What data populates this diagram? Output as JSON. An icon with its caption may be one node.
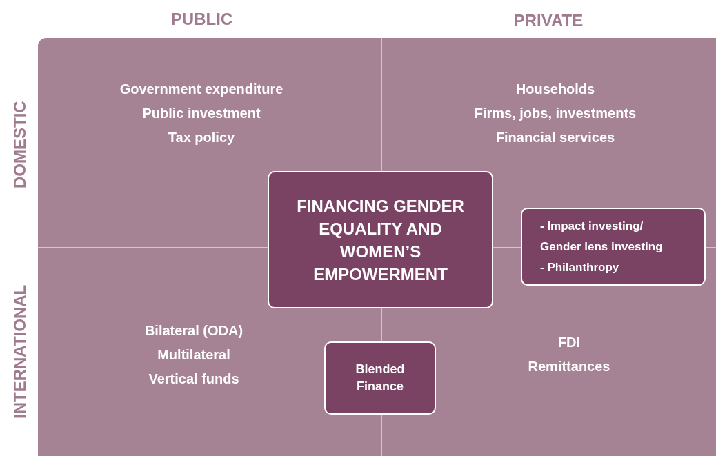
{
  "diagram": {
    "nodes": [
      {
        "text": [
          "Government expenditure",
          "Public investment",
          "Tax policy"
        ]
      },
      {
        "text": [
          "Households",
          "Firms, jobs, investments",
          "Financial services"
        ]
      },
      {
        "text": [
          "Bilateral (ODA)",
          "Multilateral",
          "Vertical funds"
        ]
      },
      {
        "text": [
          "FDI",
          "Remittances"
        ]
      },
      {
        "text": [
          "FINANCING GENDER EQUALITY AND WOMEN’S EMPOWERMENT"
        ]
      },
      {
        "text": [
          "- Impact investing/ Gender lens investing",
          "- Philanthropy"
        ]
      },
      {
        "text": [
          "Blended Finance"
        ]
      }
    ],
    "edges": [],
    "labels": [
      "PUBLIC",
      "PRIVATE",
      "DOMESTIC",
      "INTERNATIONAL"
    ]
  }
}
